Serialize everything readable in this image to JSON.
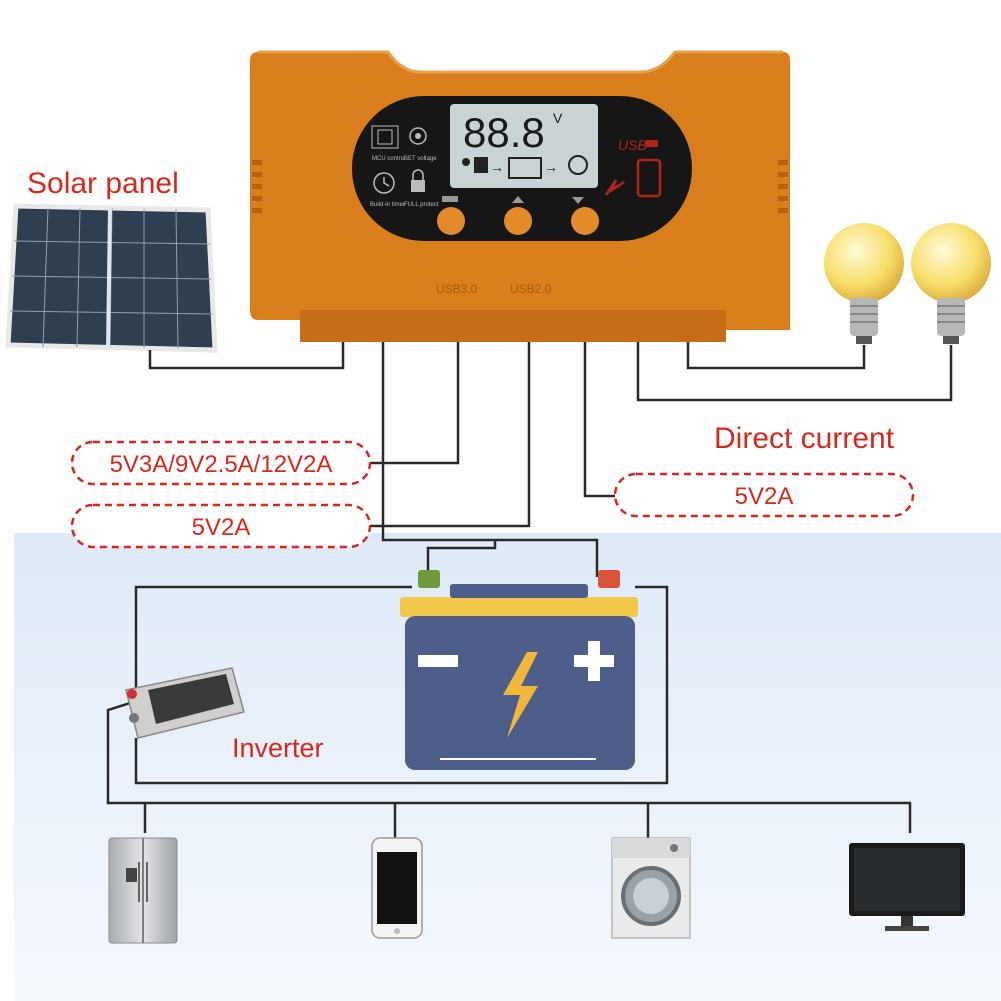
{
  "controller": {
    "display_digits": "88.8",
    "display_unit": "V",
    "usb_indicator": "USB",
    "icons": {
      "mcu": "MCU control",
      "set": "SET voltage",
      "timer": "Build-in timer",
      "protect": "FULL protect"
    },
    "ports": [
      "USB3.0",
      "USB2.0"
    ],
    "buttons": [
      "menu-button",
      "up-button",
      "down-button"
    ]
  },
  "labels": {
    "solar_panel": "Solar panel",
    "direct_current": "Direct current",
    "usb3_output": "5V3A/9V2.5A/12V2A",
    "usb2_output": "5V2A",
    "dc_output": "5V2A",
    "inverter": "Inverter"
  },
  "colors": {
    "controller": "#d97e1c",
    "label_red": "#d42a1e",
    "battery_blue": "#4d5e8a",
    "battery_top": "#f2c84b",
    "bolt": "#f2b63a",
    "background_band": "#e6effa"
  },
  "icons": [
    "solar-panel-icon",
    "bulb-icon",
    "battery-icon",
    "inverter-icon",
    "fridge-icon",
    "phone-icon",
    "washer-icon",
    "monitor-icon"
  ]
}
